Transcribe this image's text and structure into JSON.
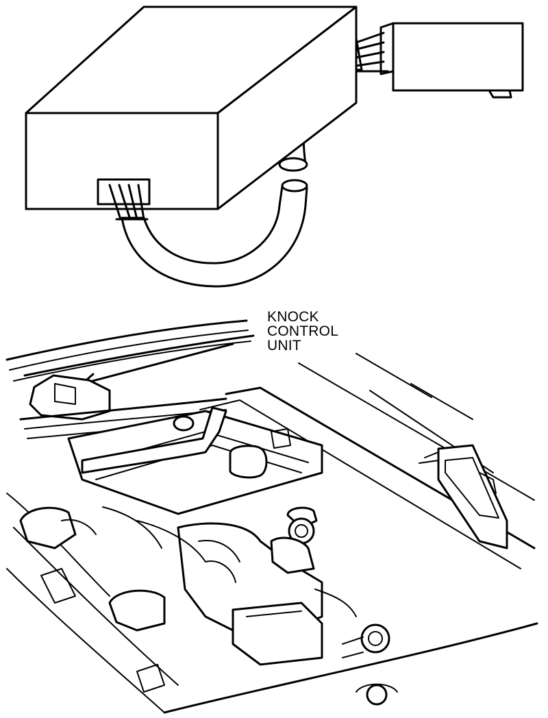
{
  "figure": {
    "label_lines": [
      "KNOCK",
      "CONTROL",
      "UNIT"
    ],
    "ink_color": "#000000",
    "paper_color": "#ffffff"
  }
}
